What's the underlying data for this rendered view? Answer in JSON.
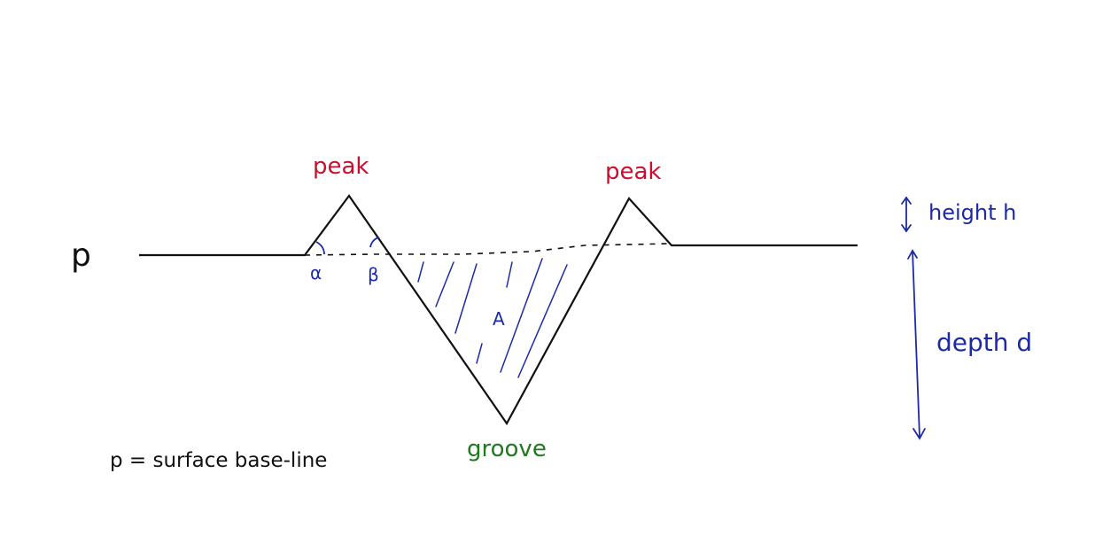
{
  "labels": {
    "baseline_symbol": "p",
    "peak_left": "peak",
    "peak_right": "peak",
    "groove": "groove",
    "alpha": "α",
    "beta": "β",
    "area": "A",
    "height": "height h",
    "depth": "depth d",
    "legend": "p = surface base-line"
  },
  "colors": {
    "profile": "#111111",
    "peak_label": "#c8102e",
    "groove_label": "#1f7a1f",
    "annotation": "#1c2aa8"
  }
}
